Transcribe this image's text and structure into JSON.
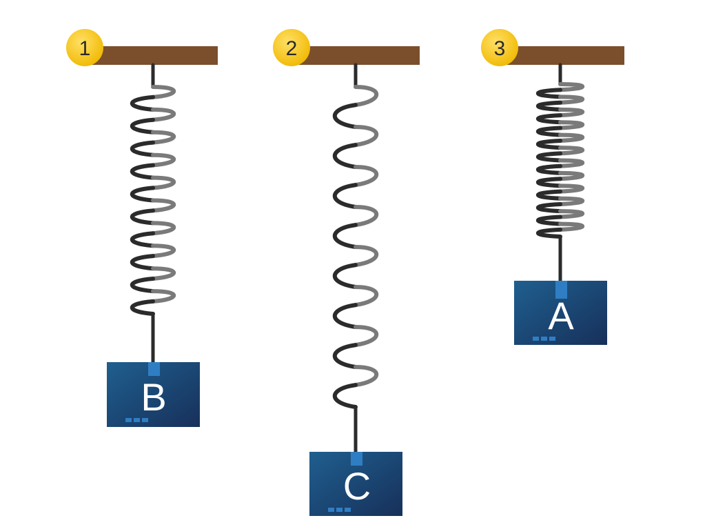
{
  "setups": [
    {
      "number": "1",
      "block_label": "B",
      "spring_turns": 10
    },
    {
      "number": "2",
      "block_label": "C",
      "spring_turns": 8
    },
    {
      "number": "3",
      "block_label": "A",
      "spring_turns": 12
    }
  ],
  "colors": {
    "badge": "#f5c518",
    "badge_edge": "#e0a800",
    "beam": "#7b4f2c",
    "spring_front": "#2b2b2b",
    "spring_back": "#7a7a7a",
    "block_dark": "#17305a",
    "block_light": "#1f5f8f",
    "block_slot": "#2f7ec4"
  }
}
